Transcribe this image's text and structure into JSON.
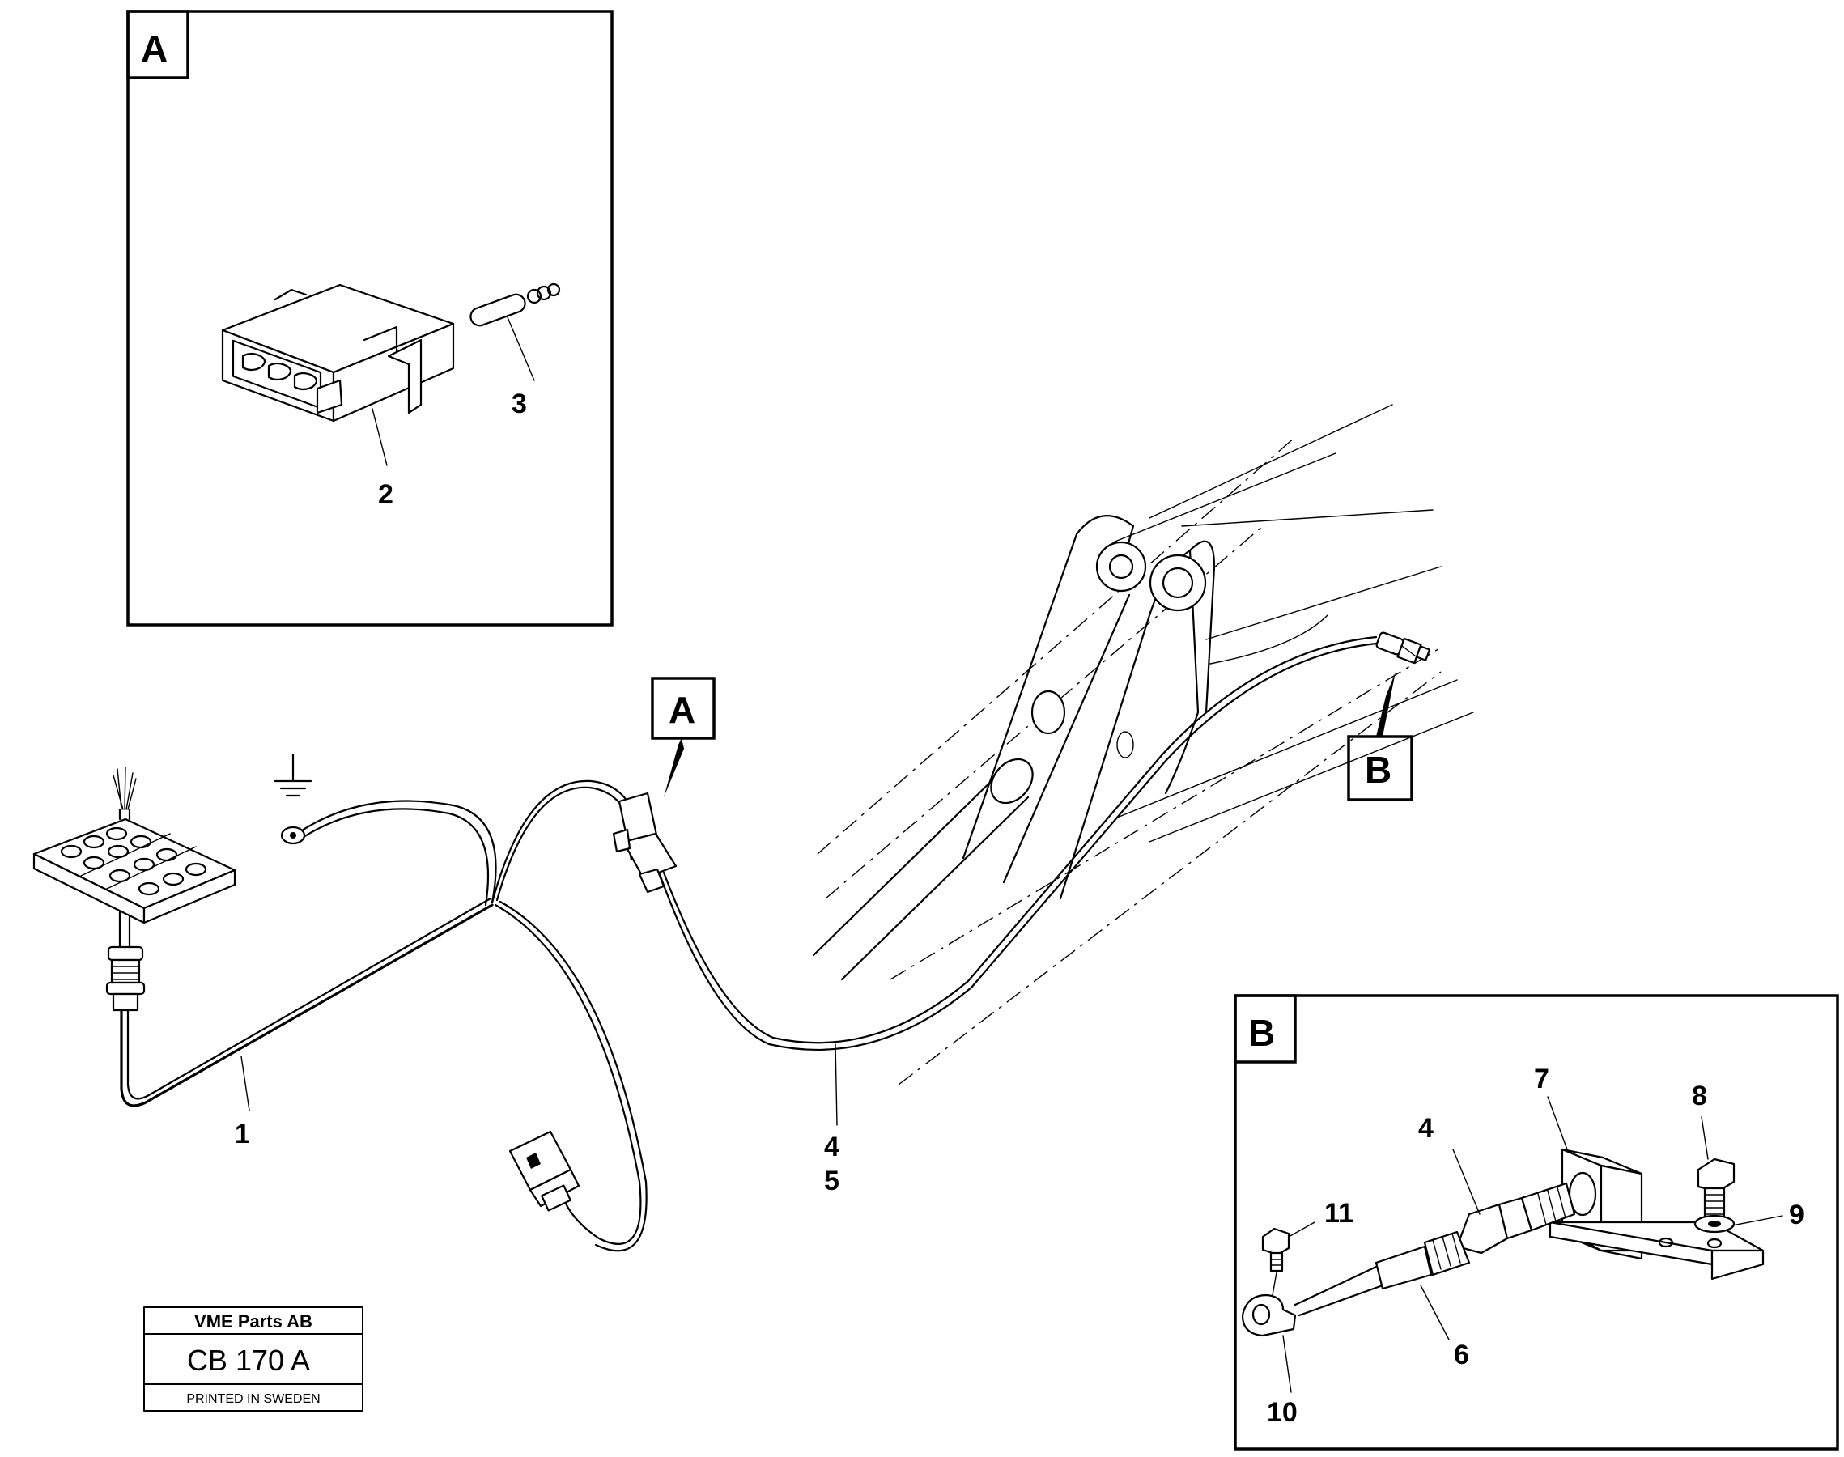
{
  "callouts": {
    "c1": "1",
    "c2": "2",
    "c3": "3",
    "c4": "4",
    "c5": "5",
    "c6": "6",
    "c7": "7",
    "c8": "8",
    "c9": "9",
    "c10": "10",
    "c11": "11",
    "c4b": "4"
  },
  "detail_A": {
    "label": "A"
  },
  "detail_B": {
    "label": "B"
  },
  "ref_A": {
    "label": "A"
  },
  "ref_B": {
    "label": "B"
  },
  "stamp": {
    "company": "VME Parts AB",
    "code": "CB 170 A",
    "note": "PRINTED IN SWEDEN"
  }
}
